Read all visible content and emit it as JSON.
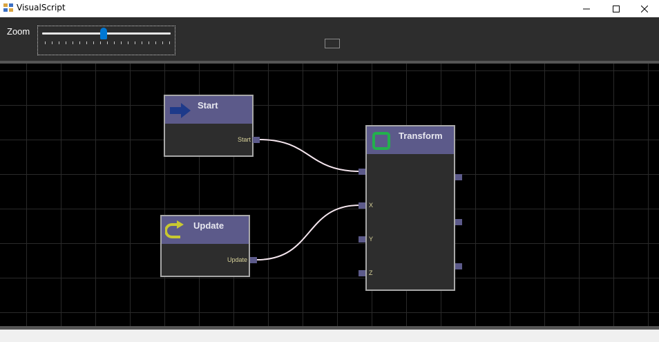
{
  "window": {
    "title": "VisualScript",
    "minimize_glyph": "—",
    "maximize_glyph": "☐",
    "close_glyph": "✕"
  },
  "toolbar": {
    "zoom_label": "Zoom",
    "zoom_level_fraction": 0.48
  },
  "graph": {
    "nodes": {
      "start": {
        "title": "Start",
        "icon": "arrow-right-icon",
        "outputs": [
          "Start"
        ]
      },
      "update": {
        "title": "Update",
        "icon": "loop-arrow-icon",
        "outputs": [
          "Update"
        ]
      },
      "transform": {
        "title": "Transform",
        "icon": "square-icon",
        "inputs": [
          "",
          "X",
          "Y",
          "Z"
        ],
        "outputs": [
          "",
          "",
          ""
        ]
      }
    },
    "connections": [
      {
        "from": "start.Start",
        "to": "transform.input0"
      },
      {
        "from": "update.Update",
        "to": "transform.X"
      }
    ]
  },
  "colors": {
    "node_header": "#5c5a8a",
    "node_body": "#2d2d2d",
    "port": "#5c5a8a",
    "port_label": "#d8d29a",
    "wire": "#f5e6ee",
    "start_icon": "#1e3a8a",
    "update_icon": "#c8c832",
    "transform_icon": "#22b14c",
    "zoom_thumb": "#0078d4"
  }
}
